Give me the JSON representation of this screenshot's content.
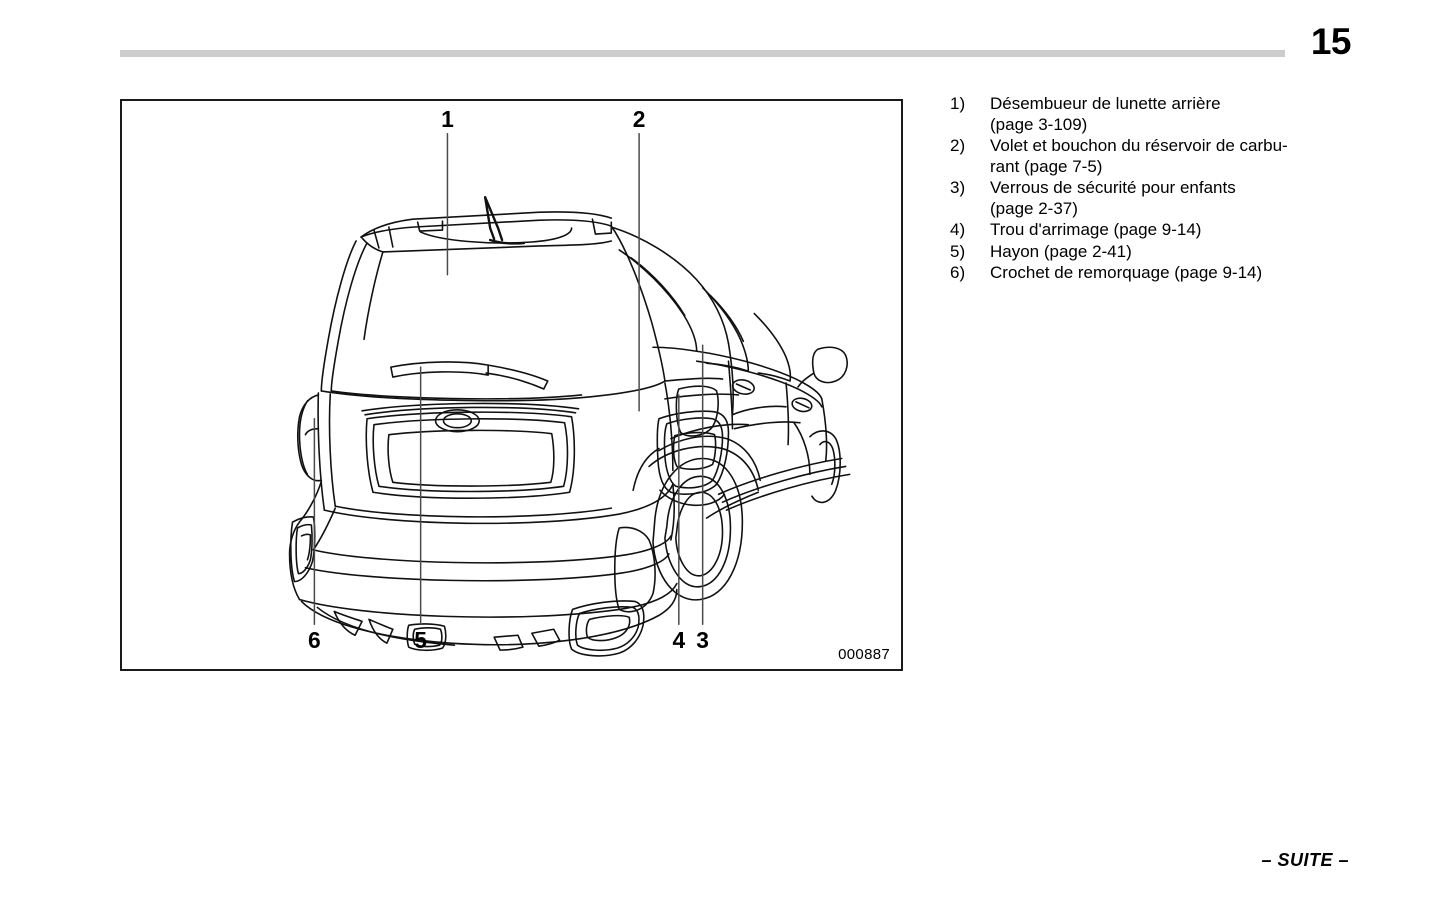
{
  "page": {
    "number": "15",
    "footer_note": "– SUITE –"
  },
  "figure": {
    "id_code": "000887",
    "caption_alt": "Vue arriere trois quarts du vehicule",
    "callouts": [
      {
        "number": "1",
        "target": "rear-window-defogger"
      },
      {
        "number": "2",
        "target": "fuel-filler-lid"
      },
      {
        "number": "3",
        "target": "child-safety-locks"
      },
      {
        "number": "4",
        "target": "tie-down-hole"
      },
      {
        "number": "5",
        "target": "rear-gate"
      },
      {
        "number": "6",
        "target": "tow-hook"
      }
    ]
  },
  "legend": {
    "items": [
      {
        "number": "1)",
        "text": "Désembueur de lunette arrière\n(page 3-109)"
      },
      {
        "number": "2)",
        "text": "Volet et bouchon du réservoir de carbu-\nrant (page 7-5)"
      },
      {
        "number": "3)",
        "text": "Verrous de sécurité pour enfants\n(page 2-37)"
      },
      {
        "number": "4)",
        "text": "Trou d'arrimage (page 9-14)"
      },
      {
        "number": "5)",
        "text": "Hayon (page 2-41)"
      },
      {
        "number": "6)",
        "text": "Crochet de remorquage (page 9-14)"
      }
    ]
  },
  "colors": {
    "rule": "#cdcdcd",
    "frame": "#1a1a1a",
    "ink": "#000000",
    "paper": "#ffffff"
  }
}
